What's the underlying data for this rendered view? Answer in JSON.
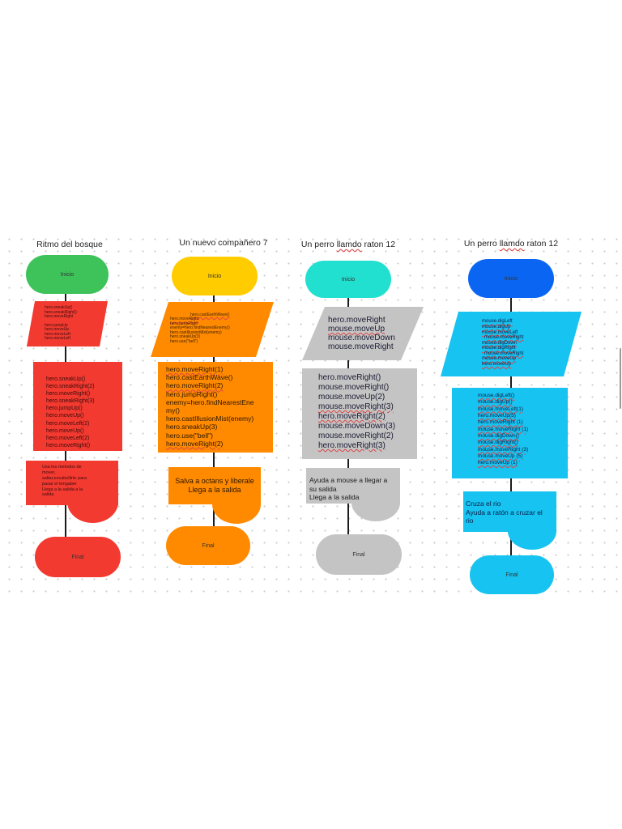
{
  "columns": [
    {
      "title": "Ritmo del bosque",
      "color": "#f23a30",
      "start": "Inicio",
      "input_lines": [
        "hero.sneakUp()",
        "hero.sneakRight()",
        "hero.moveRight",
        "",
        "hero.jumpUp",
        "hero.moveUp",
        "hero.moveLeft",
        "hero.moveLeft"
      ],
      "process_lines": [
        "hero.sneakUp()",
        "hero.sneakRight(2)",
        "hero.moveRight()",
        "hero.sneakRight(3)",
        "hero.jumpUp()",
        "hero.moveUp()",
        "hero.moveLeft(2)",
        "hero.moveUp()",
        "hero.moveLeft(2)",
        "hero.moveRight()"
      ],
      "output_lines": [
        "Usa los metodos de",
        "mover,",
        "saltar,escabullirte para",
        "pasar el tengaber",
        "Llega a la salida  a la",
        "salida"
      ],
      "end": "Final"
    },
    {
      "title": "Un nuevo compañero 7",
      "color": "#ff8a00",
      "start_color": "#ffcc00",
      "start": "Inicio",
      "input_lines": [
        "hero.castEarthWave()",
        "hero.moveRight",
        "hero.jumpRight",
        "enemy=hero.findNearestEnemy()",
        "hero.castIllusionMist(enemy)",
        "hero.sneakUp(3)",
        "hero.use(\"bell\")"
      ],
      "process_lines": [
        "hero.moveRight(1)",
        "hero.castEarthWave()",
        "hero.moveRight(2)",
        "hero.jumpRight()",
        "enemy=hero.findNearestEne",
        "my()",
        "hero.castIllusionMist(enemy)",
        "hero.sneakUp(3)",
        "hero.use(\"bell\")",
        "hero.moveRight(2)"
      ],
      "output_lines": [
        "Salva a octans y liberale",
        "Llega a la salida"
      ],
      "end": "Final"
    },
    {
      "title_pre": "Un perro ",
      "title_mid": "llamdo",
      "title_post": " raton 12",
      "color": "#c4c4c4",
      "start_color": "#22e0cf",
      "start": "Inicio",
      "input_lines": [
        "hero.moveRight",
        "mouse.moveUp",
        "mouse.moveDown",
        "mouse.moveRight"
      ],
      "process_lines": [
        "hero.moveRight()",
        "mouse.moveRight()",
        "mouse.moveUp(2)",
        "mouse.moveRight(3)",
        "hero.moveRight(2)",
        "mouse.moveDown(3)",
        "mouse.moveRight(2)",
        "hero.moveRight(3)"
      ],
      "output_lines": [
        "Ayuda a mouse a llegar a",
        "su salida",
        "Llega a la salida"
      ],
      "end": "Final"
    },
    {
      "title_pre": "Un perro ",
      "title_mid": "llamdo",
      "title_post": " raton 12",
      "color": "#17c3f0",
      "start_color": "#0a66f2",
      "start": "Inicio",
      "input_lines": [
        "mouse.digLeft",
        "mouse.digUp",
        "mouse.moveLeft",
        "mouse.moveRight",
        "mouse.digDown",
        "mouse.digRight",
        "mouse.moveRight",
        "mouse.moveUp",
        "hero.moveUp"
      ],
      "process_lines": [
        "mouse.digLeft()",
        "mouse.digUp()",
        "mouse.moveLeft(1)",
        "hero.moveUp(5)",
        "hero.moveRight (1)",
        "mouse.moveRight (1)",
        "mouse.digDown()",
        "mouse.digRight()",
        "mouse.moveRight (3)",
        "mouse.moveUp (5)",
        "hero.moveUp (1)"
      ],
      "output_lines": [
        "Cruza el rio",
        "Ayuda a ratón a cruzar el",
        "rio"
      ],
      "end": "Final"
    }
  ]
}
